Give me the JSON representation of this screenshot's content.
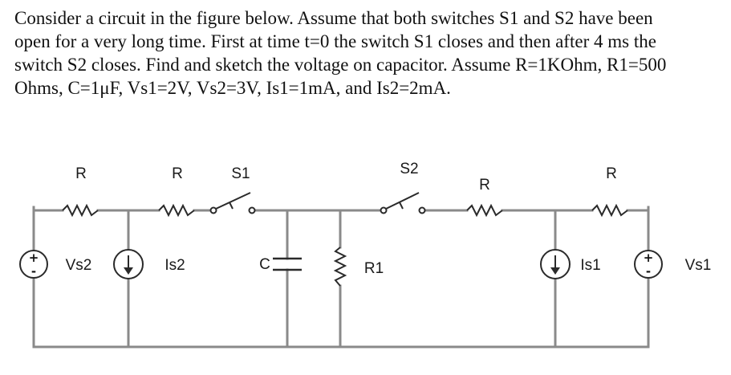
{
  "problem": {
    "lines": [
      "Consider a circuit in the figure below. Assume that both switches S1 and S2 have been",
      "open for a very long time. First at time t=0 the switch S1 closes and then after 4 ms the",
      "switch S2 closes. Find and sketch the voltage on capacitor. Assume R=1KOhm, R1=500",
      "Ohms, C=1μF, Vs1=2V, Vs2=3V, Is1=1mA, and Is2=2mA."
    ]
  },
  "circuit": {
    "resistor_left_1": "R",
    "resistor_left_2": "R",
    "switch_1": "S1",
    "switch_2": "S2",
    "resistor_right_1": "R",
    "resistor_right_2": "R",
    "source_vs2": "Vs2",
    "source_is2": "Is2",
    "capacitor": "C",
    "resistor_r1": "R1",
    "source_is1": "Is1",
    "source_vs1": "Vs1",
    "plus_sign": "+",
    "minus_sign": "-"
  }
}
